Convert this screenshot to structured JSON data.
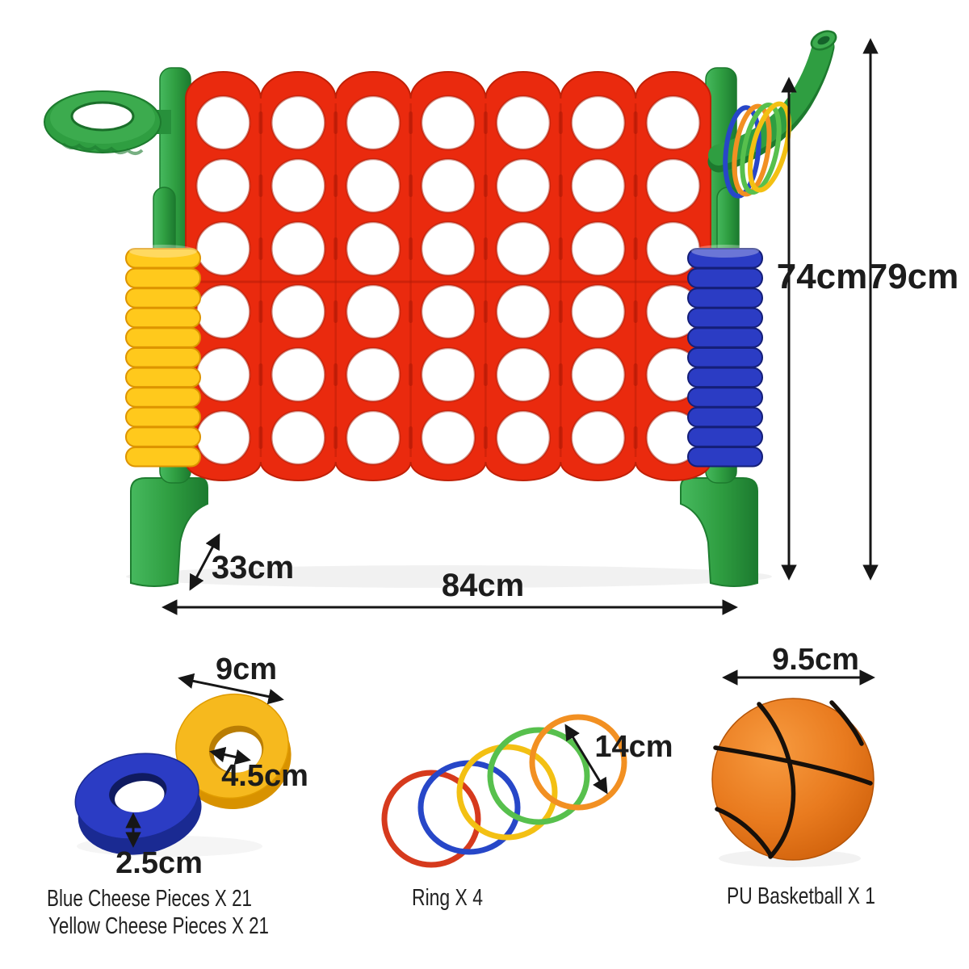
{
  "diagram": {
    "product": "giant-4-in-a-row-game-set-dimensions",
    "board": {
      "columns": 7,
      "rows": 6,
      "disc_stack_count": 11
    },
    "dimensions": {
      "board_height": "74cm",
      "total_height": "79cm",
      "width": "84cm",
      "depth": "33cm"
    },
    "pieces": {
      "disc_outer_diameter": "9cm",
      "disc_hole_diameter": "4.5cm",
      "disc_thickness": "2.5cm",
      "ring_diameter": "14cm",
      "ball_diameter": "9.5cm"
    },
    "captions": {
      "blue_pieces": "Blue Cheese Pieces X 21",
      "yellow_pieces": "Yellow Cheese Pieces X 21",
      "rings": "Ring X 4",
      "basketball": "PU Basketball X 1"
    },
    "colors": {
      "board_red": "#ea2a0e",
      "frame_green": "#2f9e41",
      "disc_yellow": "#ffc91c",
      "disc_blue": "#2b3cc4",
      "ball_orange": "#e97b1f",
      "ring_colors": [
        "#d63a1d",
        "#2747c8",
        "#f3c013",
        "#57c04d",
        "#f29022"
      ],
      "hook_ring_colors": [
        "#2747c8",
        "#f29022",
        "#57c04d",
        "#f3c013"
      ]
    }
  }
}
